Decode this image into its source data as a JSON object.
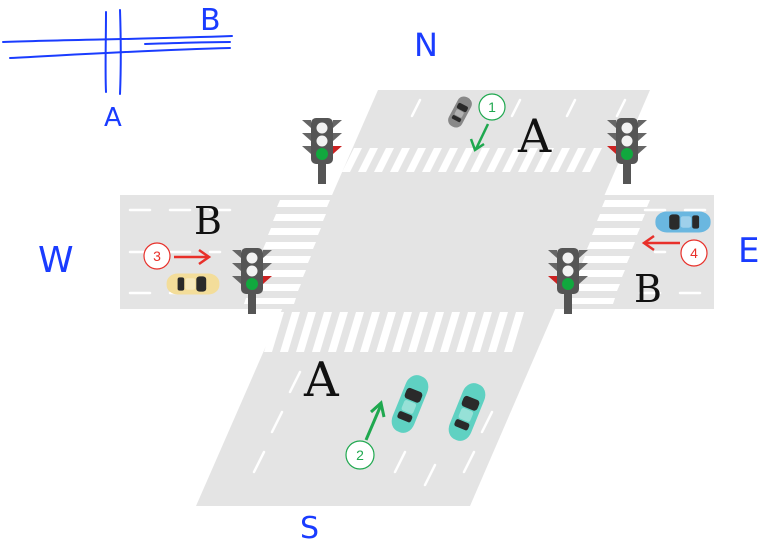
{
  "compass": {
    "north": "N",
    "south": "S",
    "west": "W",
    "east": "E"
  },
  "sketch": {
    "label_a": "A",
    "label_b": "B"
  },
  "road_labels": {
    "north_road": "A",
    "south_road": "A",
    "west_road": "B",
    "east_road": "B"
  },
  "markers": [
    {
      "number": "1",
      "color": "#1fa84f"
    },
    {
      "number": "2",
      "color": "#1fa84f"
    },
    {
      "number": "3",
      "color": "#e8302a"
    },
    {
      "number": "4",
      "color": "#e8302a"
    }
  ],
  "colors": {
    "road": "#e4e4e4",
    "crosswalk": "#ffffff",
    "handwriting": "#1a3cff",
    "green_light": "#11a83e",
    "red_arrow": "#e8302a",
    "green_arrow": "#1fa84f"
  },
  "vehicles": [
    {
      "name": "gray-car",
      "color": "#888888"
    },
    {
      "name": "blue-car",
      "color": "#6ab7e0"
    },
    {
      "name": "yellow-car",
      "color": "#f3dd9a"
    },
    {
      "name": "teal-car",
      "color": "#5fd1c2"
    },
    {
      "name": "teal-car",
      "color": "#5fd1c2"
    }
  ]
}
